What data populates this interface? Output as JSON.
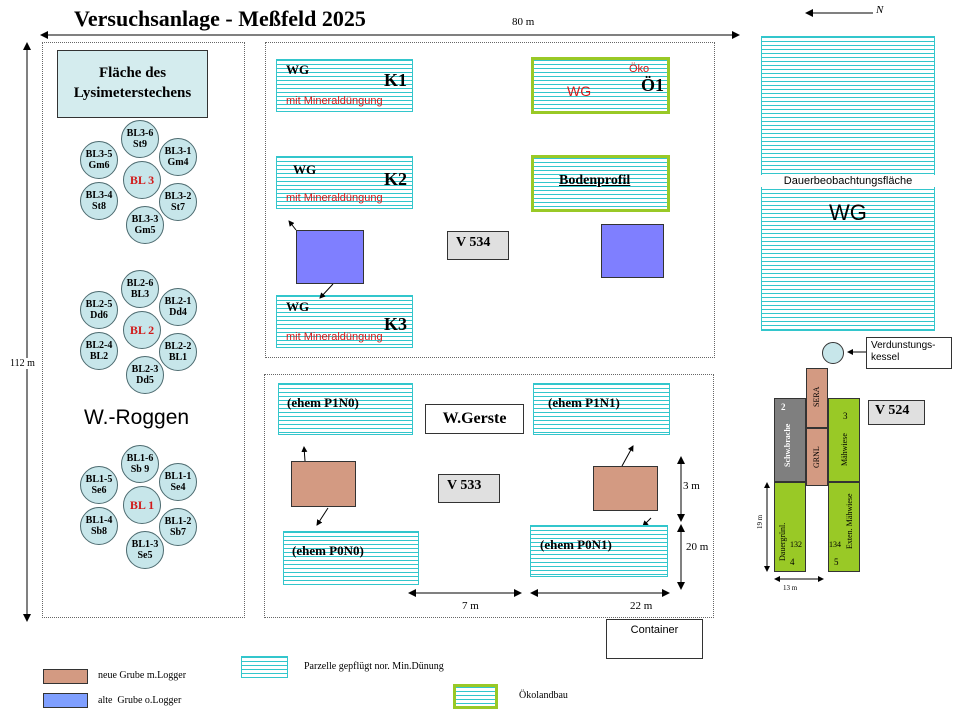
{
  "title": "Versuchsanlage - Meßfeld 2025",
  "north": "N",
  "dims": {
    "width": "80 m",
    "height": "112 m",
    "d3m": "3 m",
    "d20m": "20 m",
    "d7m": "7 m",
    "d22m": "22 m",
    "d19m": "19 m",
    "d13m": "13 m"
  },
  "lysimeter": {
    "title": "Fläche des Lysimeterstechens",
    "crop": "W.-Roggen",
    "groups": [
      {
        "center": "BL 3",
        "items": [
          "BL3-6|St9",
          "BL3-1|Gm4",
          "BL3-2|St7",
          "BL3-3|Gm5",
          "BL3-4|St8",
          "BL3-5|Gm6"
        ]
      },
      {
        "center": "BL 2",
        "items": [
          "BL2-6|BL3",
          "BL2-1|Dd4",
          "BL2-2|BL1",
          "BL2-3|Dd5",
          "BL2-4|BL2",
          "BL2-5|Dd6"
        ]
      },
      {
        "center": "BL 1",
        "items": [
          "BL1-6|Sb 9",
          "BL1-1|Se4",
          "BL1-2|Sb7",
          "BL1-3|Se5",
          "BL1-4|Sb8",
          "BL1-5|Se6"
        ]
      }
    ]
  },
  "plots": {
    "k1": {
      "wg": "WG",
      "id": "K1",
      "note": "mit Mineraldüngung"
    },
    "k2": {
      "wg": "WG",
      "id": "K2",
      "note": "mit Mineraldüngung"
    },
    "k3": {
      "wg": "WG",
      "id": "K3",
      "note": "mit Mineraldüngung"
    },
    "o1": {
      "wg": "WG",
      "id": "Ö1",
      "oeko": "Öko"
    },
    "bodenprofil": "Bodenprofil",
    "v534": "V 534",
    "v533": "V 533",
    "v524": "V 524",
    "gerste": "W.Gerste",
    "p1n0": "(ehem P1N0)",
    "p1n1": "(ehem P1N1)",
    "p0n0": "(ehem P0N0)",
    "p0n1": "(ehem P0N1)"
  },
  "dauer": {
    "label": "Dauerbeobachtungsfläche",
    "wg": "WG"
  },
  "verdunstung": "Verdunstungs-\nkessel",
  "v524_strips": {
    "n2": "2",
    "n3": "3",
    "n4": "4",
    "n5": "5",
    "schwarzbrache": "Schw.brache",
    "sera": "SERA",
    "grnl": "GRNL",
    "maehwiese": "Mähwiese",
    "dauergruen": "Dauergrünl.",
    "ext_maehwiese": "Exten. Mähwiese",
    "n132": "132",
    "n134": "134"
  },
  "container": "Container",
  "legend": {
    "new_pit": "neue Grube m.Logger",
    "old_pit": "alte  Grube o.Logger",
    "parcel": "Parzelle gepflügt nor. Min.Dünung",
    "oeko": "Ökolandbau"
  },
  "colors": {
    "stripe": "#33c6cc",
    "green": "#99c926",
    "brown_pit": "#d39a82",
    "blue_pit": "#7f7fff",
    "circle": "#c7e6ea",
    "red": "#d11a1a"
  }
}
